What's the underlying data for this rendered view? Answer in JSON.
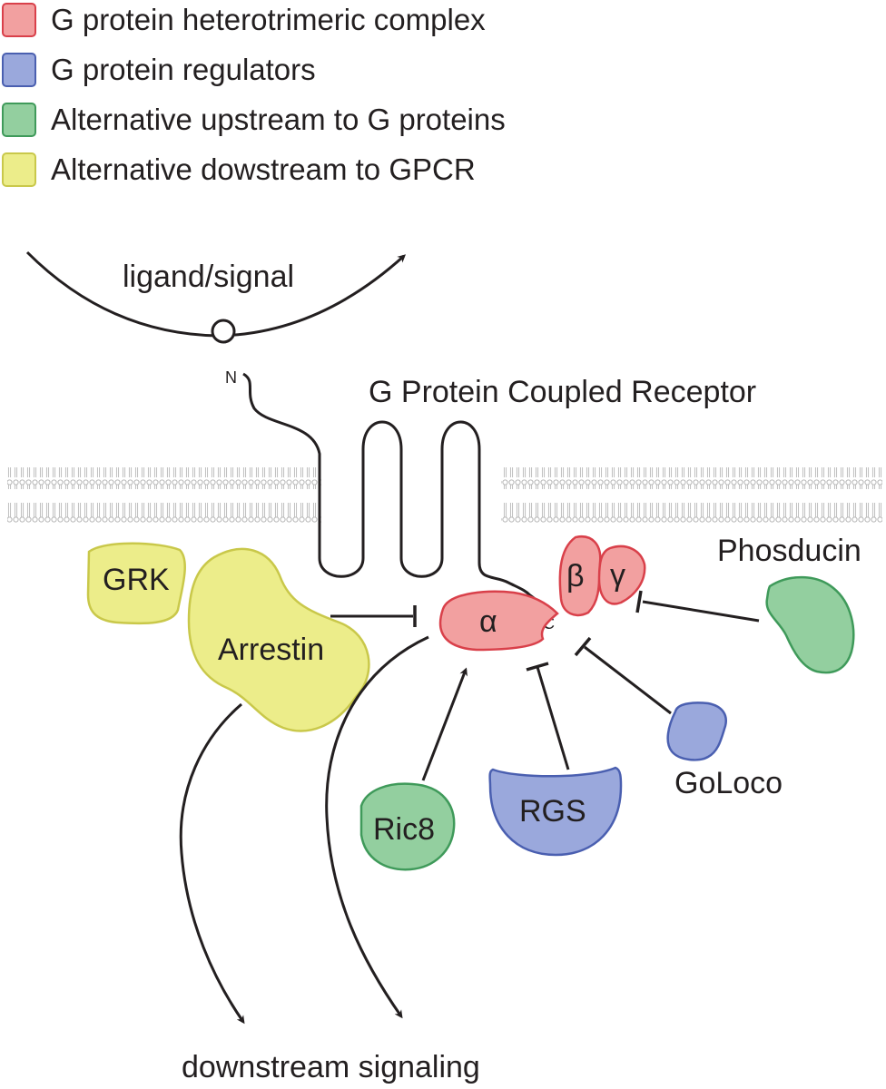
{
  "legend": {
    "items": [
      {
        "label": "G protein heterotrimeric complex",
        "fill": "#f2a0a0",
        "stroke": "#d9404a"
      },
      {
        "label": "G protein regulators",
        "fill": "#9aa8dc",
        "stroke": "#4a5fb0"
      },
      {
        "label": "Alternative upstream to G proteins",
        "fill": "#93cf9f",
        "stroke": "#3f9a5a"
      },
      {
        "label": "Alternative dowstream to GPCR",
        "fill": "#eced8a",
        "stroke": "#c9c84a"
      }
    ]
  },
  "colors": {
    "complex_fill": "#f2a0a0",
    "complex_stroke": "#d9404a",
    "regulator_fill": "#9aa8dc",
    "regulator_stroke": "#4a5fb0",
    "upstream_fill": "#93cf9f",
    "upstream_stroke": "#3f9a5a",
    "downstream_fill": "#eced8a",
    "downstream_stroke": "#c9c84a",
    "membrane": "#b8b8b8",
    "line": "#231f20"
  },
  "labels": {
    "ligand": "ligand/signal",
    "n_terminus": "N",
    "c_terminus": "C",
    "receptor": "G Protein Coupled Receptor",
    "grk": "GRK",
    "arrestin": "Arrestin",
    "alpha": "α",
    "beta": "β",
    "gamma": "γ",
    "phosducin": "Phosducin",
    "ric8": "Ric8",
    "rgs": "RGS",
    "goloco": "GoLoco",
    "downstream": "downstream signaling"
  }
}
